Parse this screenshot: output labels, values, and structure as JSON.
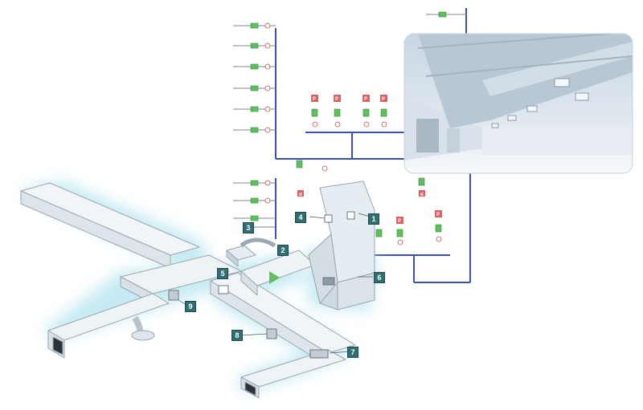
{
  "callouts": [
    "1",
    "2",
    "3",
    "4",
    "5",
    "6",
    "7",
    "8",
    "9"
  ],
  "icons": {
    "pressure_tag": "P",
    "schematic_tag": "d"
  },
  "colors": {
    "duct_face": "#eef3f6",
    "duct_edge": "#9aa7b0",
    "glow": "#bfe8f2",
    "pipe": "#3b4fb0",
    "valve_green": "#5fbf5f",
    "tag_red": "#e06060",
    "callout": "#2f6f73"
  }
}
